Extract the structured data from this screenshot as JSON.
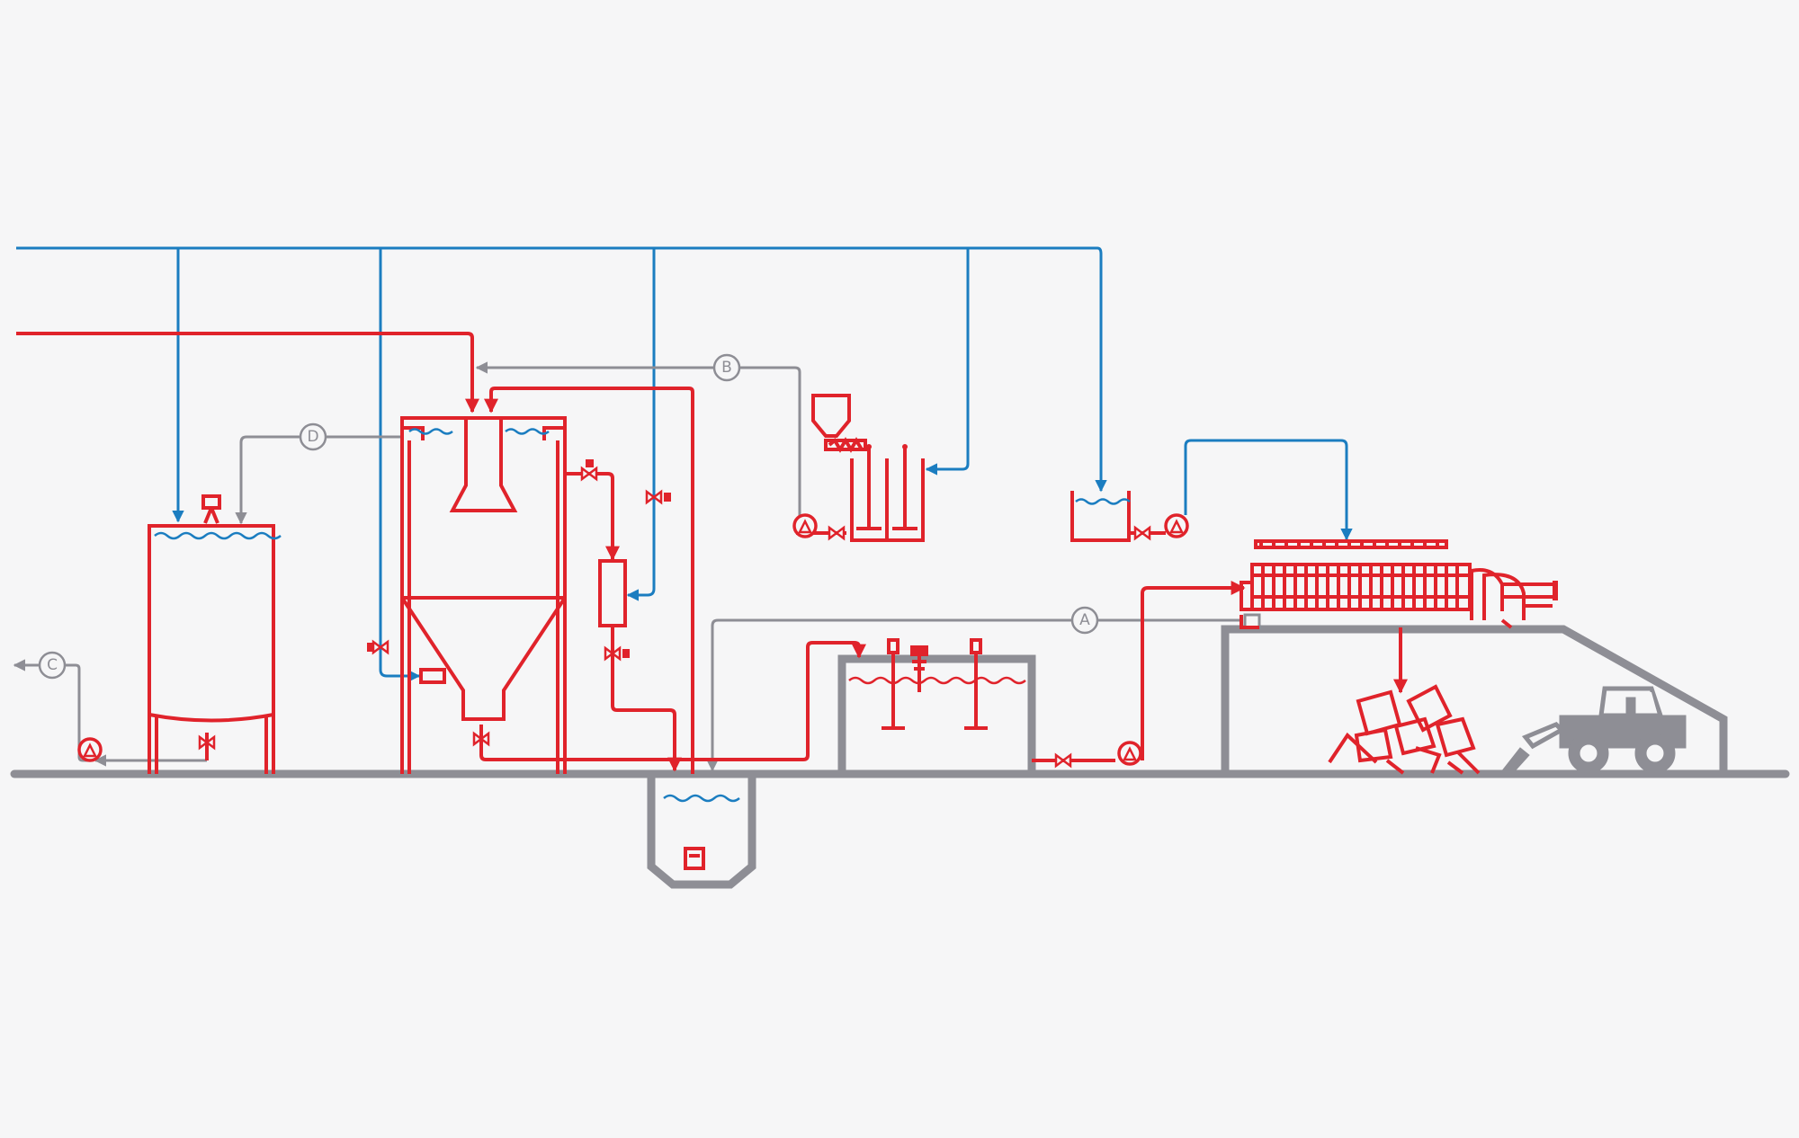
{
  "colors": {
    "process_line": "#e0232b",
    "water_line": "#1b7dc0",
    "return_line": "#8e8e95",
    "background": "#f6f6f7"
  },
  "connectors": [
    {
      "id": "A",
      "label": "A"
    },
    {
      "id": "B",
      "label": "B"
    },
    {
      "id": "C",
      "label": "C"
    },
    {
      "id": "D",
      "label": "D"
    }
  ]
}
